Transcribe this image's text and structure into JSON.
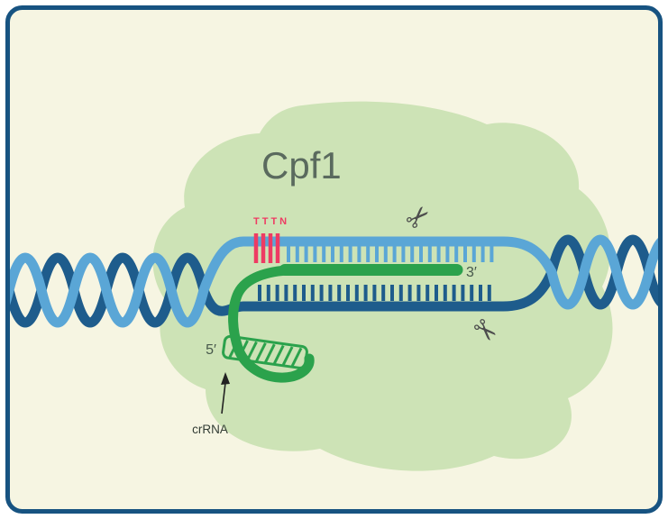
{
  "labels": {
    "protein": "Cpf1",
    "pam_site": "TTTN",
    "three_prime": "3′",
    "five_prime": "5′",
    "crrna": "crRNA"
  },
  "icons": {
    "scissors": "✂"
  },
  "base_pairs": {
    "pam_tick_count": 4,
    "top_strand_tick_count": 24,
    "bottom_strand_tick_count": 27,
    "hairpin_hatch_count": 8
  },
  "colors": {
    "card_border": "#175381",
    "card_background": "#f6f5e2",
    "protein_blob": "#cde3b6",
    "dna_dark_strand": "#1e5c8c",
    "dna_light_strand": "#5aa6d6",
    "crrna_green": "#2ba24c",
    "pam_red": "#ee3b63",
    "title_text": "#5a6a5e",
    "label_text": "#47584b",
    "scissors": "#4d4d4d"
  }
}
